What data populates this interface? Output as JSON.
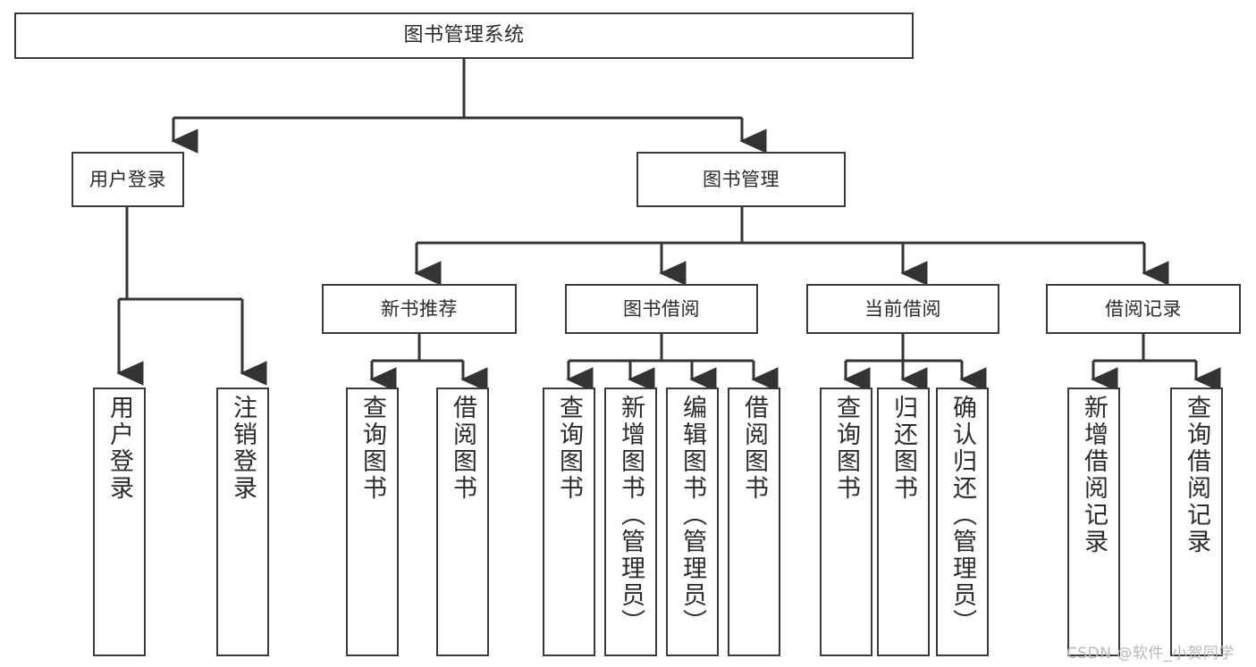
{
  "diagram": {
    "title": "图书管理系统",
    "type": "tree",
    "levels": {
      "root": {
        "label": "图书管理系统"
      },
      "level2": [
        {
          "label": "用户登录"
        },
        {
          "label": "图书管理"
        }
      ],
      "level3": [
        {
          "label": "新书推荐"
        },
        {
          "label": "图书借阅"
        },
        {
          "label": "当前借阅"
        },
        {
          "label": "借阅记录"
        }
      ],
      "leaves": {
        "user_login": [
          {
            "label": "用户登录"
          },
          {
            "label": "注销登录"
          }
        ],
        "new_book_recommend": [
          {
            "label": "查询图书"
          },
          {
            "label": "借阅图书"
          }
        ],
        "book_borrow": [
          {
            "label": "查询图书"
          },
          {
            "label": "新增图书（管理员）"
          },
          {
            "label": "编辑图书（管理员）"
          },
          {
            "label": "借阅图书"
          }
        ],
        "current_borrow": [
          {
            "label": "查询图书"
          },
          {
            "label": "归还图书"
          },
          {
            "label": "确认归还（管理员）"
          }
        ],
        "borrow_record": [
          {
            "label": "新增借阅记录"
          },
          {
            "label": "查询借阅记录"
          }
        ]
      }
    },
    "colors": {
      "box_border": "#3a3a3a",
      "box_fill": "#ffffff",
      "connector": "#333333",
      "text": "#2b2b2b",
      "watermark": "#b9b9b9"
    }
  },
  "watermark": {
    "text": "CSDN @软件_小贺同学"
  }
}
